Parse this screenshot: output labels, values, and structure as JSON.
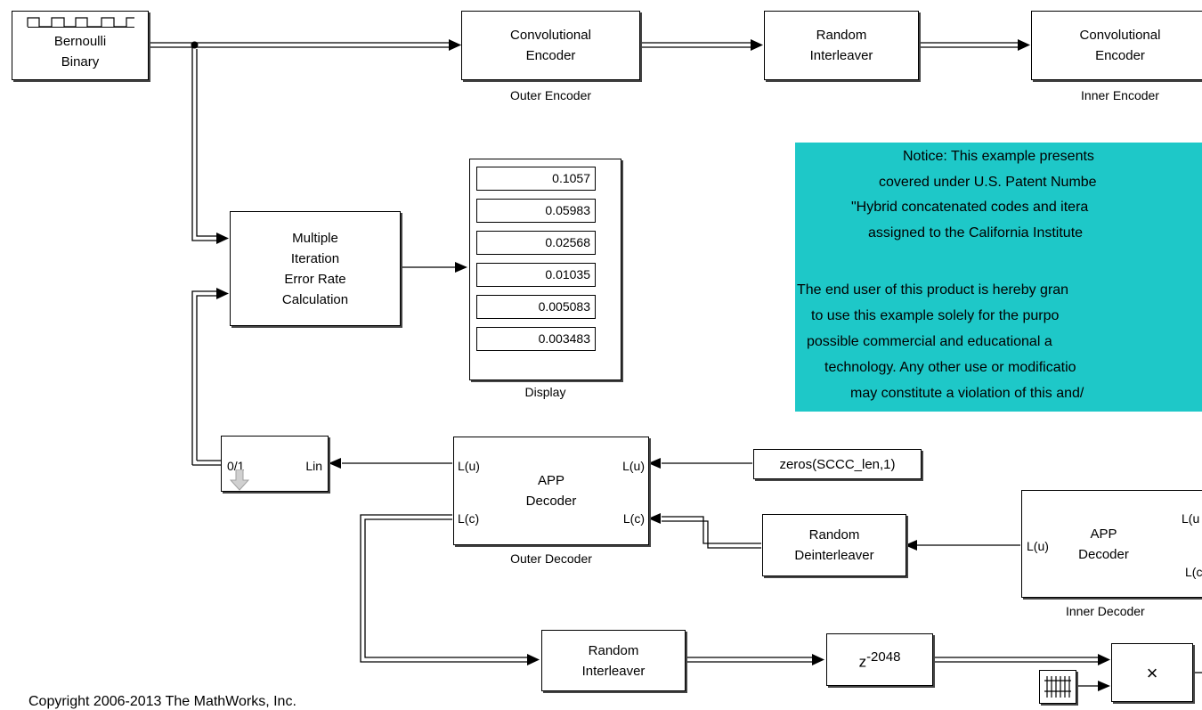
{
  "blocks": {
    "bernoulli": {
      "line1": "Bernoulli",
      "line2": "Binary"
    },
    "outer_encoder": {
      "line1": "Convolutional",
      "line2": "Encoder",
      "label": "Outer Encoder"
    },
    "interleaver_top": {
      "line1": "Random",
      "line2": "Interleaver"
    },
    "inner_encoder": {
      "line1": "Convolutional",
      "line2": "Encoder",
      "label": "Inner Encoder"
    },
    "error_rate": {
      "line1": "Multiple",
      "line2": "Iteration",
      "line3": "Error Rate",
      "line4": "Calculation"
    },
    "display": {
      "label": "Display",
      "values": [
        "0.1057",
        "0.05983",
        "0.02568",
        "0.01035",
        "0.005083",
        "0.003483"
      ]
    },
    "hard_decision": {
      "left": "0/1",
      "right": "Lin"
    },
    "outer_decoder": {
      "line1": "APP",
      "line2": "Decoder",
      "lu_in": "L(u)",
      "lc_in": "L(c)",
      "lu_out": "L(u)",
      "lc_out": "L(c)",
      "label": "Outer Decoder"
    },
    "zeros_const": {
      "text": "zeros(SCCC_len,1)"
    },
    "deinterleaver": {
      "line1": "Random",
      "line2": "Deinterleaver"
    },
    "inner_decoder": {
      "line1": "APP",
      "line2": "Decoder",
      "lu_in": "L(u)",
      "out_top": "L(u",
      "out_bottom": "L(c",
      "label": "Inner Decoder"
    },
    "interleaver_bottom": {
      "line1": "Random",
      "line2": "Interleaver"
    },
    "delay": {
      "base": "z",
      "exponent": "-2048"
    },
    "product": {
      "symbol": "×"
    }
  },
  "notice": {
    "lines": [
      "Notice: This example presents",
      "covered under U.S. Patent Numbe",
      "\"Hybrid concatenated codes and itera",
      "assigned to the California Institute",
      "",
      "The end user of this product is hereby gran",
      "to use this example solely for the purpo",
      "possible commercial and educational a",
      "technology. Any other use or modificatio",
      "may constitute a violation of this and/"
    ]
  },
  "copyright": "Copyright 2006-2013 The MathWorks, Inc.",
  "colors": {
    "notice_bg": "#1ec8c8",
    "line": "#000000",
    "background": "#ffffff"
  }
}
